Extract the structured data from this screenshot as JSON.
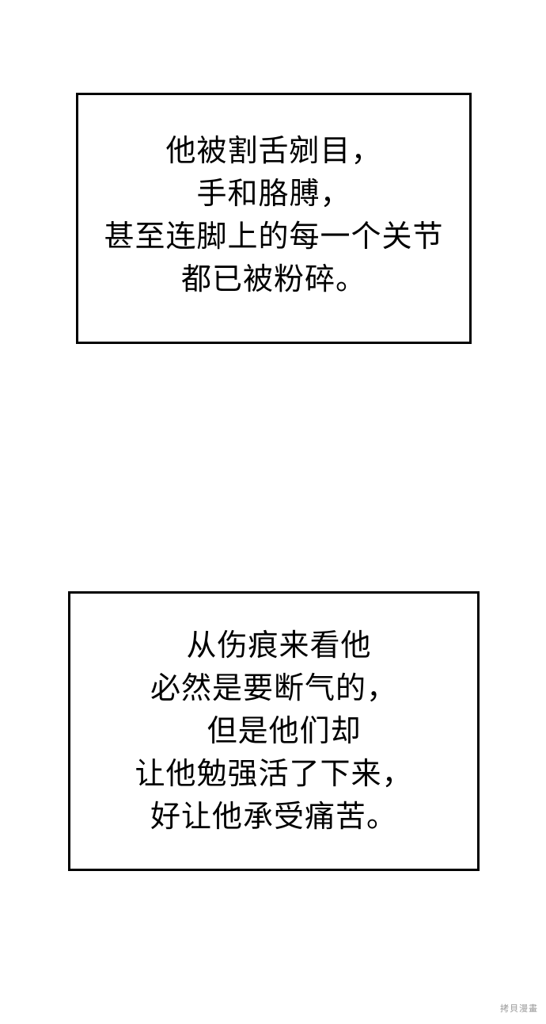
{
  "caption_boxes": [
    {
      "lines": [
        "他被割舌剜目，",
        "手和胳膊，",
        "甚至连脚上的每一个关节",
        "都已被粉碎。"
      ]
    },
    {
      "lines": [
        " 从伤痕来看他",
        "必然是要断气的，",
        "  但是他们却",
        "让他勉强活了下来，",
        "好让他承受痛苦。"
      ]
    }
  ],
  "watermark": "拷貝漫畫",
  "colors": {
    "background": "#ffffff",
    "border": "#000000",
    "text": "#000000",
    "watermark": "#9a9a9a"
  }
}
